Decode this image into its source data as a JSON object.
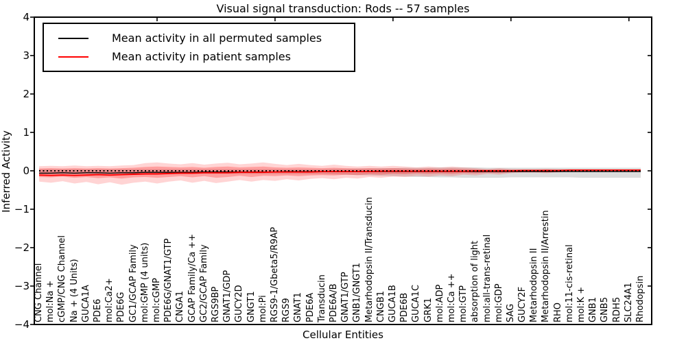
{
  "chart_data": {
    "type": "line",
    "title": "Visual signal transduction: Rods -- 57 samples",
    "xlabel": "Cellular Entities",
    "ylabel": "Inferred Activity",
    "ylim": [
      -4,
      4
    ],
    "grid": false,
    "legend_position": "upper left",
    "ytick_values": [
      4,
      3,
      2,
      1,
      0,
      -1,
      -2,
      -3,
      -4
    ],
    "ytick_labels": [
      "4",
      "3",
      "2",
      "1",
      "0",
      "−1",
      "−2",
      "−3",
      "−4"
    ],
    "top_tick_indices": [
      10,
      20,
      30,
      40,
      50
    ],
    "categories": [
      "CNG Channel",
      "mol:Na +",
      "cGMP/CNG Channel",
      "Na + (4 Units)",
      "GUCA1A",
      "PDE6",
      "mol:Ca2+",
      "PDE6G",
      "GC1/GCAP Family",
      "mol:GMP (4 units)",
      "mol:cGMP",
      "PDE6G/GNAT1/GTP",
      "CNGA1",
      "GCAP Family/Ca ++",
      "GC2/GCAP Family",
      "RGS9BP",
      "GNAT1/GDP",
      "GUCY2D",
      "GNGT1",
      "mol:Pi",
      "RGS9-1/Gbeta5/R9AP",
      "RGS9",
      "GNAT1",
      "PDE6A",
      "Transducin",
      "PDE6A/B",
      "GNAT1/GTP",
      "GNB1/GNGT1",
      "Metarhodopsin II/Transducin",
      "CNGB1",
      "GUCA1B",
      "PDE6B",
      "GUCA1C",
      "GRK1",
      "mol:ADP",
      "mol:Ca ++",
      "mol:GTP",
      "absorption of light",
      "mol:all-trans-retinal",
      "mol:GDP",
      "SAG",
      "GUCY2F",
      "Metarhodopsin II",
      "Metarhodopsin II/Arrestin",
      "RHO",
      "mol:11-cis-retinal",
      "mol:K +",
      "GNB1",
      "GNB5",
      "RDH5",
      "SLC24A1",
      "Rhodopsin"
    ],
    "series": [
      {
        "name": "Mean activity in all permuted samples",
        "color": "#000000",
        "style": "solid",
        "width": 1.4,
        "values": [
          -0.06,
          -0.06,
          -0.05,
          -0.06,
          -0.05,
          -0.05,
          -0.06,
          -0.05,
          -0.05,
          -0.04,
          -0.04,
          -0.04,
          -0.04,
          -0.04,
          -0.03,
          -0.03,
          -0.03,
          -0.03,
          -0.03,
          -0.03,
          -0.03,
          -0.02,
          -0.02,
          -0.02,
          -0.02,
          -0.02,
          -0.02,
          -0.02,
          -0.02,
          -0.02,
          -0.02,
          -0.02,
          -0.02,
          -0.02,
          -0.02,
          -0.02,
          -0.02,
          -0.02,
          -0.02,
          -0.02,
          -0.02,
          -0.02,
          -0.02,
          -0.02,
          -0.02,
          -0.02,
          -0.02,
          -0.02,
          -0.02,
          -0.02,
          -0.02,
          -0.02
        ]
      },
      {
        "name": "Mean activity in patient samples",
        "color": "#ff0000",
        "style": "solid",
        "width": 1.9,
        "values": [
          -0.11,
          -0.12,
          -0.11,
          -0.12,
          -0.11,
          -0.1,
          -0.11,
          -0.1,
          -0.09,
          -0.08,
          -0.08,
          -0.07,
          -0.06,
          -0.06,
          -0.05,
          -0.05,
          -0.05,
          -0.04,
          -0.04,
          -0.04,
          -0.03,
          -0.03,
          -0.03,
          -0.03,
          -0.02,
          -0.02,
          -0.02,
          -0.02,
          -0.02,
          -0.01,
          -0.01,
          -0.01,
          -0.01,
          -0.01,
          -0.01,
          -0.01,
          -0.01,
          0.0,
          0.0,
          0.0,
          0.0,
          0.01,
          0.01,
          0.01,
          0.01,
          0.02,
          0.02,
          0.02,
          0.02,
          0.02,
          0.02,
          0.02
        ]
      },
      {
        "name": "zero reference line",
        "color": "#000000",
        "style": "dotted",
        "width": 2,
        "constant": 0
      }
    ],
    "bands": [
      {
        "name": "permuted-samples-range",
        "color": "#808080",
        "opacity": 0.28,
        "upper": [
          0.04,
          0.04,
          0.04,
          0.04,
          0.04,
          0.04,
          0.04,
          0.04,
          0.04,
          0.04,
          0.04,
          0.04,
          0.04,
          0.04,
          0.04,
          0.04,
          0.04,
          0.04,
          0.04,
          0.04,
          0.04,
          0.04,
          0.04,
          0.04,
          0.04,
          0.05,
          0.05,
          0.06,
          0.06,
          0.07,
          0.07,
          0.08,
          0.08,
          0.08,
          0.09,
          0.09,
          0.09,
          0.09,
          0.08,
          0.08,
          0.08,
          0.08,
          0.08,
          0.08,
          0.08,
          0.08,
          0.08,
          0.08,
          0.08,
          0.08,
          0.08,
          0.08
        ],
        "lower": [
          -0.08,
          -0.08,
          -0.08,
          -0.08,
          -0.08,
          -0.08,
          -0.08,
          -0.08,
          -0.08,
          -0.08,
          -0.08,
          -0.08,
          -0.08,
          -0.08,
          -0.08,
          -0.08,
          -0.08,
          -0.08,
          -0.08,
          -0.08,
          -0.08,
          -0.08,
          -0.08,
          -0.08,
          -0.08,
          -0.09,
          -0.1,
          -0.11,
          -0.12,
          -0.13,
          -0.14,
          -0.15,
          -0.16,
          -0.16,
          -0.17,
          -0.17,
          -0.18,
          -0.18,
          -0.18,
          -0.18,
          -0.17,
          -0.17,
          -0.17,
          -0.17,
          -0.17,
          -0.17,
          -0.18,
          -0.18,
          -0.18,
          -0.18,
          -0.18,
          -0.18
        ]
      },
      {
        "name": "patient-samples-outer-range",
        "color": "#ff0000",
        "opacity": 0.17,
        "upper": [
          0.12,
          0.13,
          0.12,
          0.14,
          0.12,
          0.13,
          0.12,
          0.14,
          0.15,
          0.2,
          0.22,
          0.19,
          0.17,
          0.2,
          0.16,
          0.19,
          0.21,
          0.17,
          0.19,
          0.22,
          0.18,
          0.15,
          0.18,
          0.15,
          0.13,
          0.16,
          0.13,
          0.11,
          0.13,
          0.11,
          0.13,
          0.11,
          0.09,
          0.11,
          0.09,
          0.11,
          0.09,
          0.07,
          0.05,
          0.07,
          0.05,
          0.04,
          0.04,
          0.05,
          0.04,
          0.03,
          0.03,
          0.03,
          0.03,
          0.03,
          0.03,
          0.03
        ],
        "lower": [
          -0.28,
          -0.31,
          -0.27,
          -0.33,
          -0.29,
          -0.35,
          -0.3,
          -0.36,
          -0.31,
          -0.28,
          -0.33,
          -0.28,
          -0.25,
          -0.31,
          -0.26,
          -0.32,
          -0.28,
          -0.24,
          -0.28,
          -0.24,
          -0.26,
          -0.22,
          -0.25,
          -0.21,
          -0.19,
          -0.22,
          -0.18,
          -0.2,
          -0.16,
          -0.18,
          -0.15,
          -0.16,
          -0.13,
          -0.15,
          -0.12,
          -0.14,
          -0.1,
          -0.12,
          -0.08,
          -0.1,
          -0.06,
          -0.05,
          -0.05,
          -0.06,
          -0.04,
          -0.03,
          -0.03,
          -0.03,
          -0.03,
          -0.03,
          -0.03,
          -0.03
        ]
      },
      {
        "name": "patient-samples-inner-range",
        "color": "#ff0000",
        "opacity": 0.25,
        "upper": [
          0.06,
          0.07,
          0.06,
          0.07,
          0.06,
          0.07,
          0.06,
          0.07,
          0.08,
          0.1,
          0.11,
          0.1,
          0.09,
          0.1,
          0.08,
          0.1,
          0.11,
          0.09,
          0.1,
          0.11,
          0.09,
          0.08,
          0.09,
          0.08,
          0.07,
          0.08,
          0.07,
          0.06,
          0.07,
          0.06,
          0.07,
          0.06,
          0.05,
          0.06,
          0.05,
          0.06,
          0.05,
          0.04,
          0.03,
          0.04,
          0.03,
          0.02,
          0.02,
          0.03,
          0.02,
          0.02,
          0.02,
          0.02,
          0.02,
          0.02,
          0.02,
          0.02
        ],
        "lower": [
          -0.16,
          -0.17,
          -0.15,
          -0.18,
          -0.16,
          -0.19,
          -0.17,
          -0.2,
          -0.17,
          -0.16,
          -0.18,
          -0.16,
          -0.14,
          -0.17,
          -0.14,
          -0.18,
          -0.16,
          -0.13,
          -0.16,
          -0.13,
          -0.14,
          -0.12,
          -0.14,
          -0.12,
          -0.11,
          -0.12,
          -0.1,
          -0.11,
          -0.09,
          -0.1,
          -0.08,
          -0.09,
          -0.07,
          -0.08,
          -0.07,
          -0.08,
          -0.06,
          -0.07,
          -0.05,
          -0.06,
          -0.04,
          -0.03,
          -0.03,
          -0.04,
          -0.03,
          -0.02,
          -0.02,
          -0.02,
          -0.02,
          -0.02,
          -0.02,
          -0.02
        ]
      }
    ]
  }
}
